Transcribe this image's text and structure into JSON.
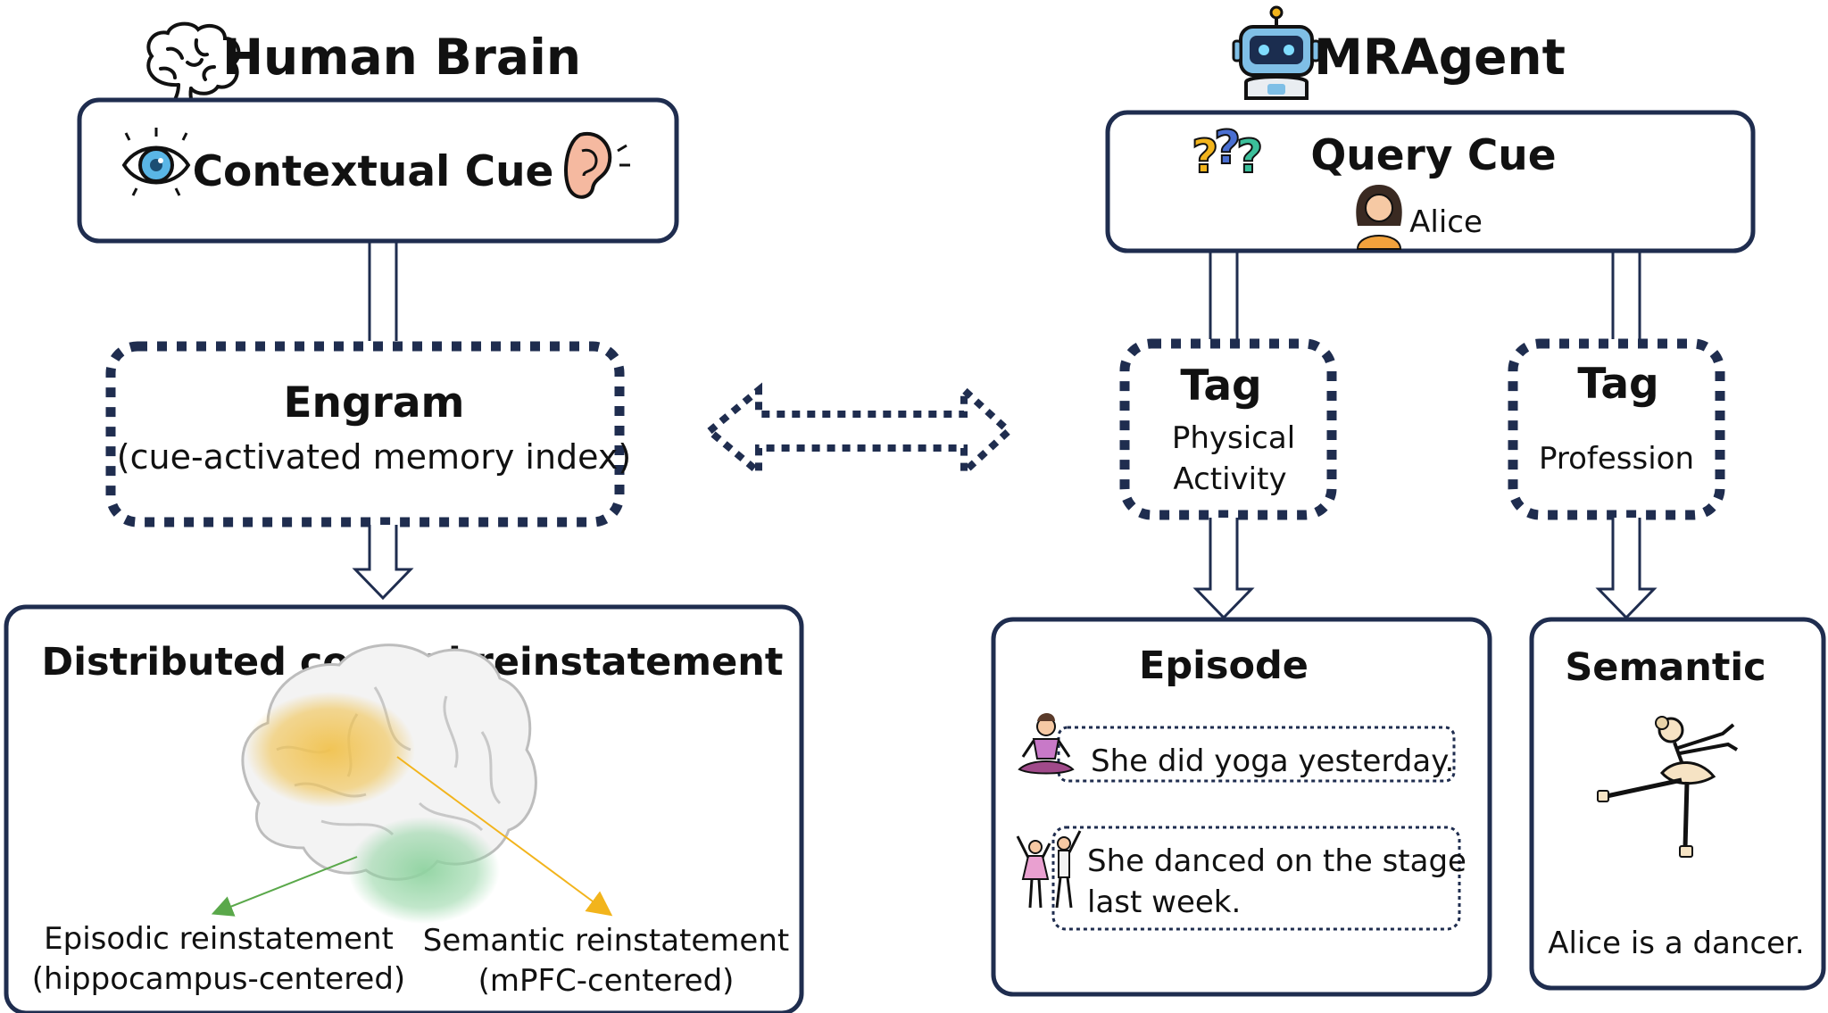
{
  "left": {
    "heading": "Human Brain",
    "contextual_cue": "Contextual Cue",
    "engram_title": "Engram",
    "engram_subtitle": "(cue-activated memory index)",
    "cortical_title": "Distributed cortical reinstatement",
    "episodic_line1": "Episodic reinstatement",
    "episodic_line2": "(hippocampus-centered)",
    "semantic_line1": "Semantic reinstatement",
    "semantic_line2": "(mPFC-centered)"
  },
  "right": {
    "heading": "MRAgent",
    "query_cue": "Query Cue",
    "query_name": "Alice",
    "tag1_title": "Tag",
    "tag1_line1": "Physical",
    "tag1_line2": "Activity",
    "tag2_title": "Tag",
    "tag2_line1": "Profession",
    "episode_title": "Episode",
    "episode_item1": "She did yoga yesterday.",
    "episode_item2_line1": "She danced on the stage",
    "episode_item2_line2": "last week.",
    "semantic_title": "Semantic",
    "semantic_caption": "Alice is a dancer."
  },
  "colors": {
    "box_border": "#1f2d4f",
    "arrow_episodic": "#5aa84a",
    "arrow_semantic": "#f2b41c",
    "brain_yellow_region": "#f1c24e",
    "brain_green_region": "#8fd3a0"
  },
  "icons": [
    "brain-icon",
    "eye-icon",
    "ear-icon",
    "robot-icon",
    "question-marks-icon",
    "woman-avatar-icon",
    "yoga-icon",
    "dancers-icon",
    "ballerina-icon",
    "brain-illustration"
  ]
}
